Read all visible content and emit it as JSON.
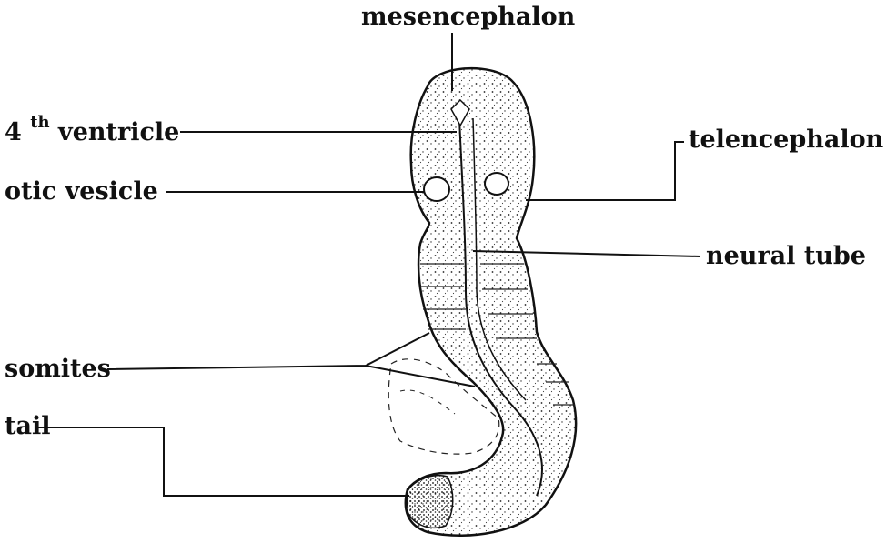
{
  "labels": {
    "mesencephalon": "mesencephalon",
    "fourth_ventricle_number": "4",
    "fourth_ventricle_sup": "th",
    "fourth_ventricle_word": "ventricle",
    "otic_vesicle": "otic vesicle",
    "telencephalon": "telencephalon",
    "neural_tube": "neural tube",
    "somites": "somites",
    "tail": "tail"
  },
  "colors": {
    "ink": "#111111",
    "background": "#ffffff"
  }
}
